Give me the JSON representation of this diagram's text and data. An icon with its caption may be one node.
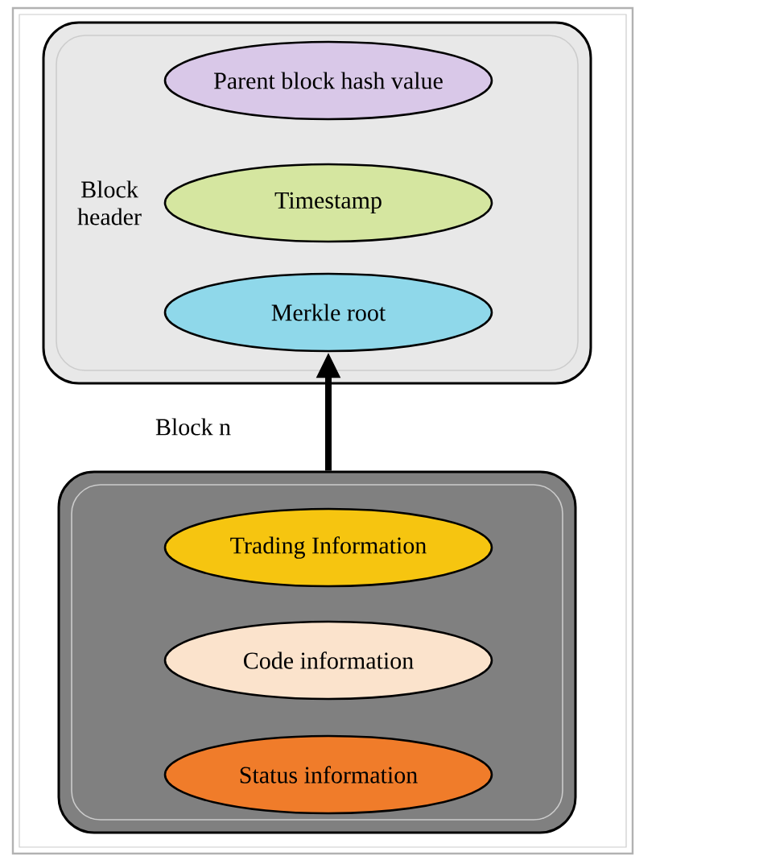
{
  "diagram": {
    "nodes": [
      {
        "text": [
          "Block header"
        ]
      },
      {
        "text": [
          "Parent block hash value"
        ],
        "in": 0
      },
      {
        "text": [
          "Timestamp"
        ],
        "in": 0
      },
      {
        "text": [
          "Merkle root"
        ],
        "in": 0
      },
      {
        "text": [],
        "shape": "box"
      },
      {
        "text": [
          "Trading Information"
        ],
        "in": 4
      },
      {
        "text": [
          "Code information"
        ],
        "in": 4
      },
      {
        "text": [
          "Status information"
        ],
        "in": 4
      }
    ],
    "edges": [
      {
        "from": 4,
        "to": 3,
        "arrow": "to"
      }
    ],
    "labels": [
      "Block n"
    ]
  }
}
